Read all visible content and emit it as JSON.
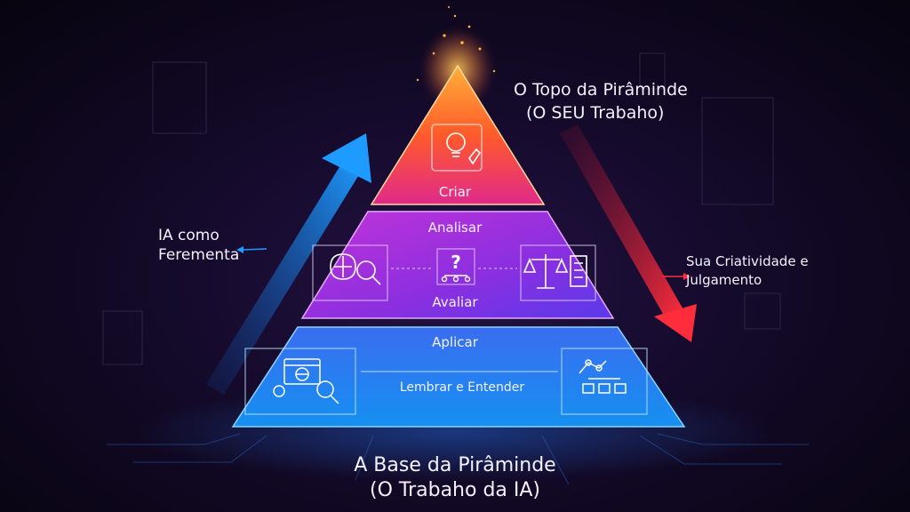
{
  "top_title": [
    "O Topo da Pirâminde",
    "(O SEU Trabaho)"
  ],
  "base_title": [
    "A Base da Pirâminde",
    "(O Trabaho da IA)"
  ],
  "left_label": [
    "IA como",
    "Ferementa"
  ],
  "right_label": [
    "Sua Criatividade e",
    "Julgamento"
  ],
  "tiers": {
    "criar": "Criar",
    "analisar": "Analisar",
    "avaliar": "Avaliar",
    "aplicar": "Aplicar",
    "lembrar": "Lembrar e Entender"
  },
  "colors": {
    "background": "#0b0618",
    "top_tier": "#ff5a2a",
    "middle_tier": "#9b30e0",
    "base_tier": "#1f8ff5",
    "up_arrow": "#1e9bff",
    "down_arrow": "#ff2d3c",
    "text": "#f4f1ff"
  },
  "icons": {
    "criar": "lightbulb-hand-icon",
    "analisar_left": "brain-magnifier-icon",
    "analisar_center": "question-network-icon",
    "analisar_right": "scales-checklist-icon",
    "aplicar_left": "browser-globe-magnifier-icon",
    "aplicar_right": "robot-arm-boxes-icon"
  }
}
